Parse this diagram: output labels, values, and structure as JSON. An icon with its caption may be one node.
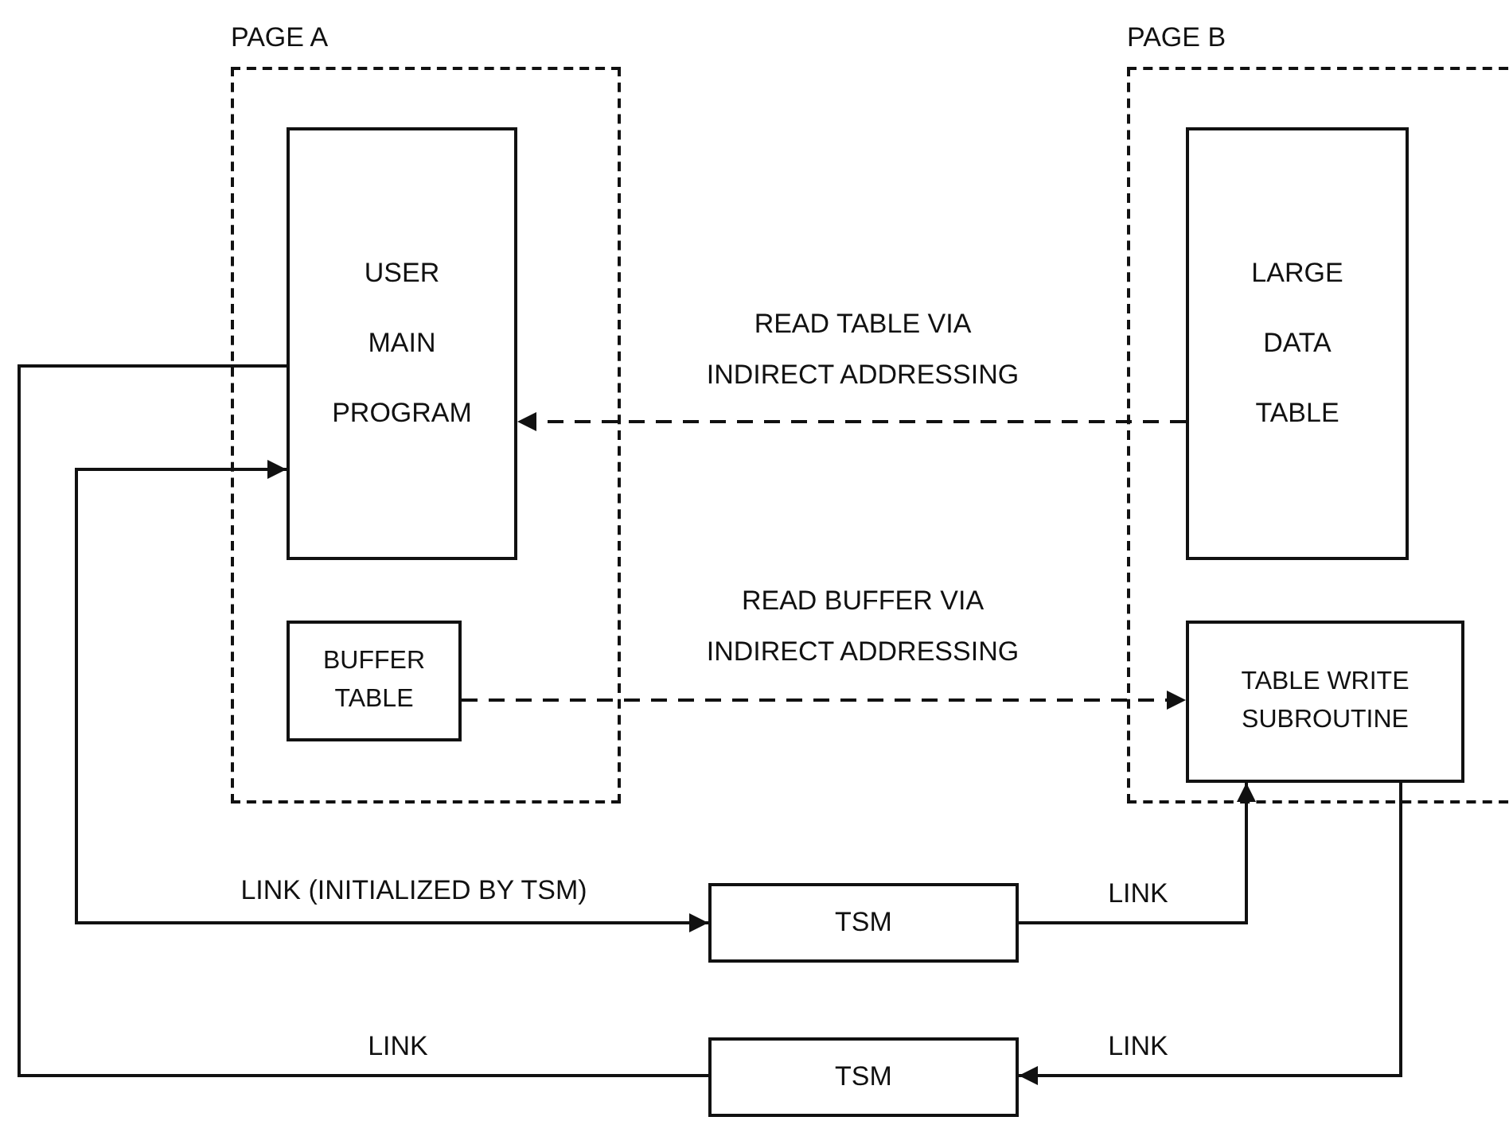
{
  "diagram": {
    "nodes": [
      {
        "text": [
          "PAGE A"
        ]
      },
      {
        "text": [
          "USER MAIN PROGRAM"
        ],
        "in": 0
      },
      {
        "text": [
          "BUFFER TABLE"
        ],
        "in": 0
      },
      {
        "text": [
          "PAGE B"
        ]
      },
      {
        "text": [
          "LARGE DATA TABLE"
        ],
        "in": 3
      },
      {
        "text": [
          "TABLE WRITE SUBROUTINE"
        ],
        "in": 3
      },
      {
        "text": [
          "TSM"
        ]
      },
      {
        "text": [
          "TSM"
        ]
      }
    ],
    "edges": [
      {
        "from": 4,
        "to": 1,
        "arrow": "to",
        "style": "dashed",
        "label": "READ TABLE VIA INDIRECT ADDRESSING"
      },
      {
        "from": 2,
        "to": 5,
        "arrow": "to",
        "style": "dashed",
        "label": "READ BUFFER VIA INDIRECT ADDRESSING"
      },
      {
        "from": 1,
        "to": 6,
        "arrow": "both",
        "label": "LINK (INITIALIZED BY TSM)"
      },
      {
        "from": 6,
        "to": 5,
        "arrow": "to",
        "label": "LINK"
      },
      {
        "from": 5,
        "to": 7,
        "arrow": "to",
        "label": "LINK"
      },
      {
        "from": 7,
        "to": 1,
        "arrow": "none",
        "label": "LINK"
      }
    ]
  }
}
